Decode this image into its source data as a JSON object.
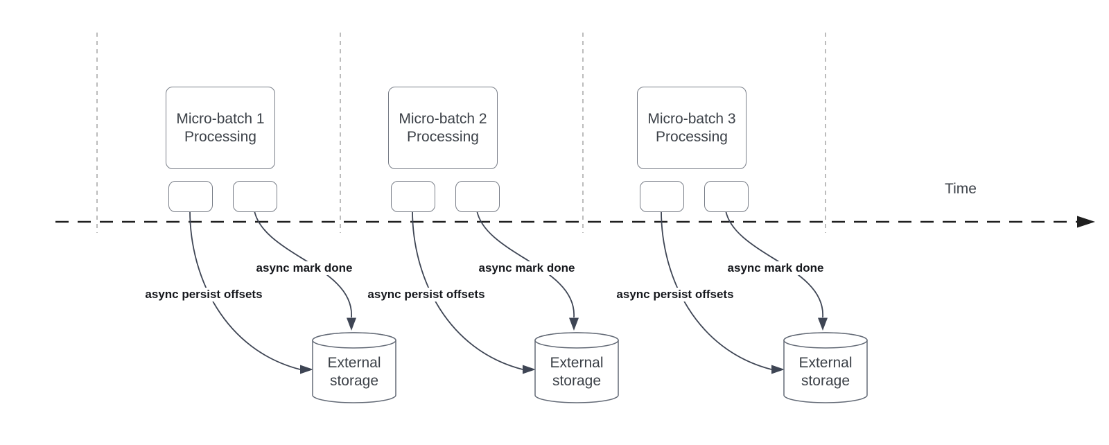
{
  "diagram": {
    "time_label": "Time",
    "groups": [
      {
        "title_line1": "Micro-batch 1",
        "title_line2": "Processing",
        "persist_label": "async persist offsets",
        "done_label": "async mark done",
        "storage_line1": "External",
        "storage_line2": "storage"
      },
      {
        "title_line1": "Micro-batch 2",
        "title_line2": "Processing",
        "persist_label": "async persist offsets",
        "done_label": "async mark done",
        "storage_line1": "External",
        "storage_line2": "storage"
      },
      {
        "title_line1": "Micro-batch 3",
        "title_line2": "Processing",
        "persist_label": "async persist offsets",
        "done_label": "async mark done",
        "storage_line1": "External",
        "storage_line2": "storage"
      }
    ],
    "colors": {
      "arrow": "#3e4554",
      "box_border": "#787d87",
      "cylinder": "#636a76",
      "timeline": "#1f1f1f",
      "grid_line": "#ababab",
      "text": "#3b4047",
      "label_text": "#16181d"
    }
  }
}
